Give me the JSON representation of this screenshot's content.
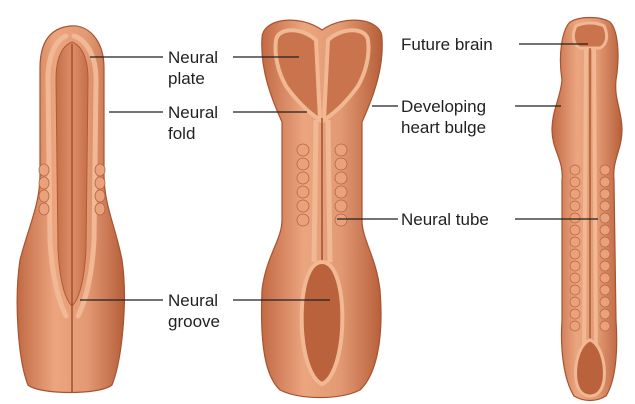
{
  "labels": {
    "neural_plate": [
      "Neural",
      "plate"
    ],
    "neural_fold": [
      "Neural",
      "fold"
    ],
    "neural_groove": [
      "Neural",
      "groove"
    ],
    "future_brain": "Future brain",
    "developing_heart_bulge": [
      "Developing",
      "heart bulge"
    ],
    "neural_tube": "Neural tube"
  },
  "colors": {
    "skin": "#d98862",
    "skin_light": "#eeb18c",
    "skin_dark": "#a8532f",
    "groove": "#b9623c",
    "leader_line": "#231f20",
    "text": "#231f20"
  }
}
